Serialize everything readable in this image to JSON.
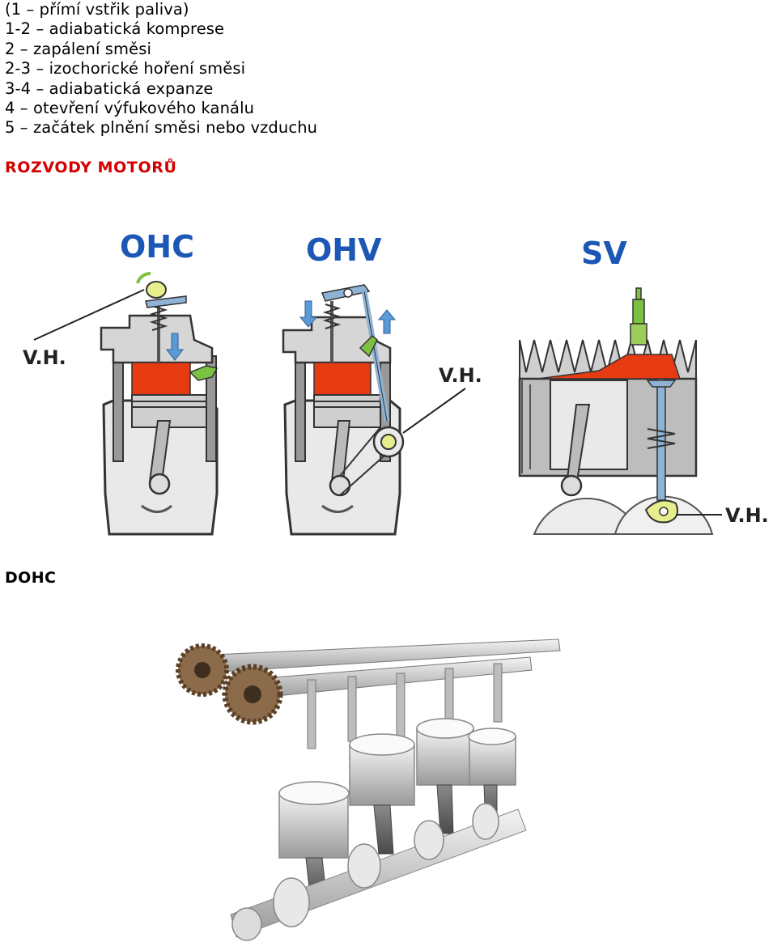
{
  "cycle_steps": [
    "(1 – přímí vstřik paliva)",
    "1-2 – adiabatická komprese",
    "2 – zapálení směsi",
    "2-3 – izochorické hoření směsi",
    "3-4 – adiabatická expanze",
    "4 – otevření výfukového kanálu",
    "5 – začátek plnění směsi nebo vzduchu"
  ],
  "section_heading": "ROZVODY MOTORŮ",
  "diagrams": {
    "ohc": {
      "title": "OHC",
      "label": "V.H."
    },
    "ohv": {
      "title": "OHV",
      "label": "V.H."
    },
    "sv": {
      "title": "SV",
      "label": "V.H."
    }
  },
  "dohc_heading": "DOHC",
  "colors": {
    "heading_red": "#d40000",
    "title_blue": "#1c57b5",
    "chamber_red": "#e63a12",
    "spark_green": "#7cc242",
    "cam_yellow": "#e6ef8c",
    "valve_blue": "#8fb3d6"
  }
}
